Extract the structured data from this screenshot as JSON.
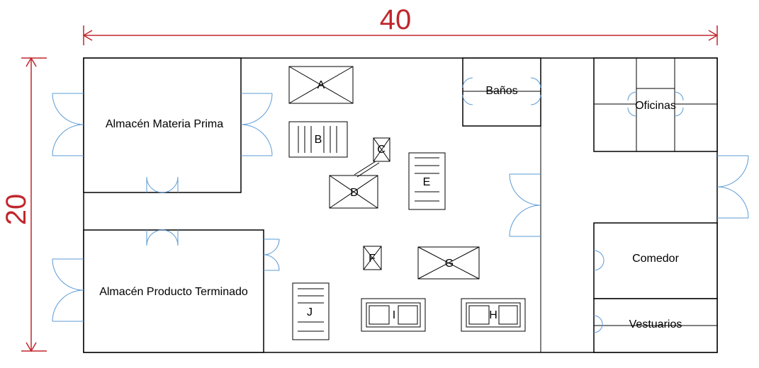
{
  "dimensions": {
    "width_label": "40",
    "height_label": "20"
  },
  "rooms": {
    "raw_materials": "Almacén Materia Prima",
    "finished_goods": "Almacén Producto Terminado",
    "bathrooms": "Baños",
    "offices": "Oficinas",
    "dining": "Comedor",
    "lockers": "Vestuarios"
  },
  "machines": {
    "a": "A",
    "b": "B",
    "c": "C",
    "d": "D",
    "e": "E",
    "f": "F",
    "g": "G",
    "h": "H",
    "i": "I",
    "j": "J"
  },
  "colors": {
    "dimension": "#c0272d",
    "door": "#5b9bd5",
    "wall": "#000000"
  }
}
